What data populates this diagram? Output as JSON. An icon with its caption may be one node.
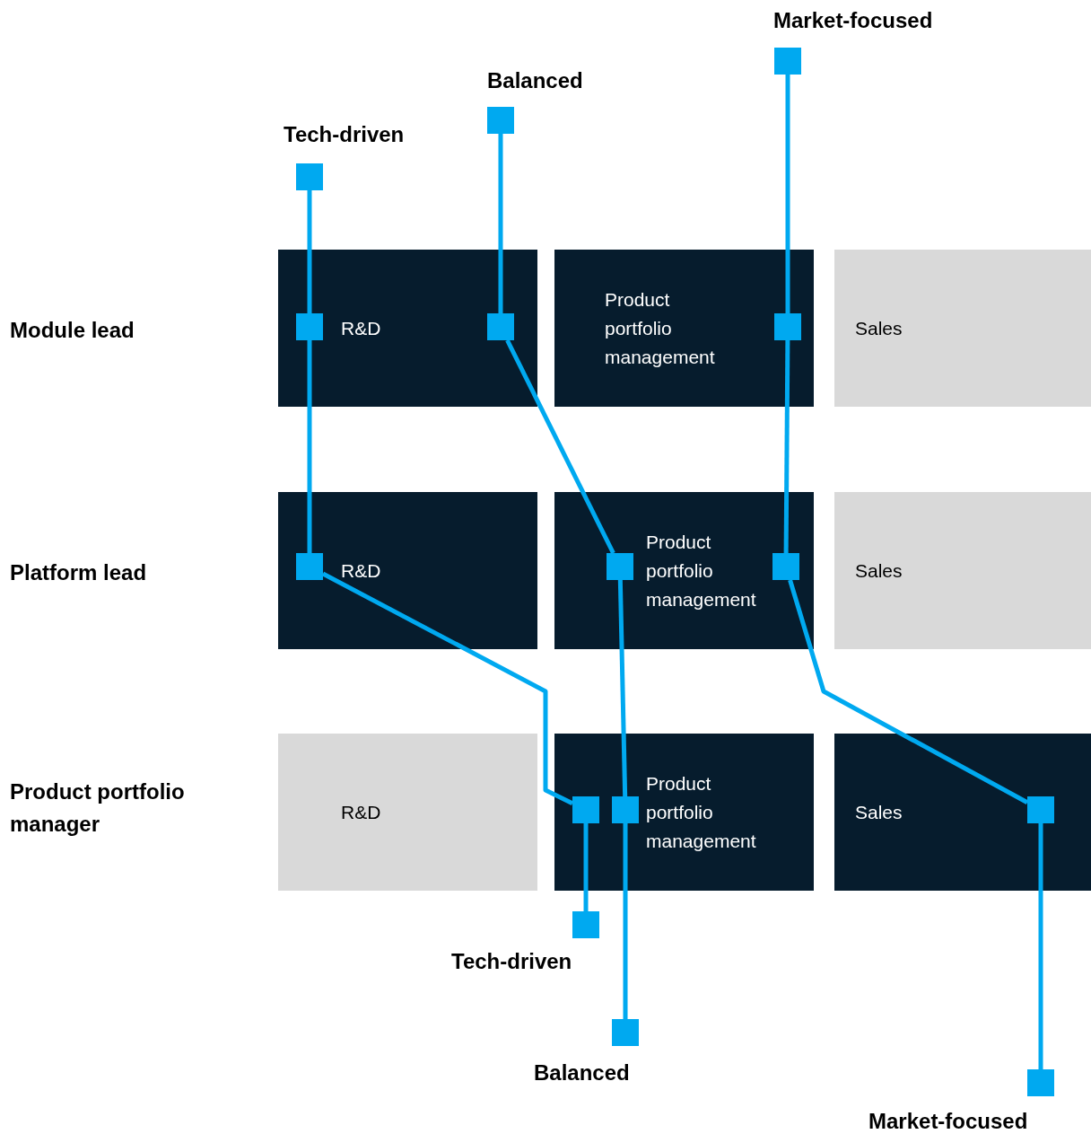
{
  "diagram": {
    "nodes": [
      {
        "text": [
          "R&D"
        ]
      },
      {
        "text": [
          "Product portfolio management"
        ]
      },
      {
        "text": [
          "Sales"
        ]
      },
      {
        "text": [
          "R&D"
        ]
      },
      {
        "text": [
          "Product portfolio management"
        ]
      },
      {
        "text": [
          "Sales"
        ]
      },
      {
        "text": [
          "R&D"
        ]
      },
      {
        "text": [
          "Product portfolio management"
        ]
      },
      {
        "text": [
          "Sales"
        ]
      },
      {
        "text": [],
        "shape": "box",
        "beside": [
          "Tech-driven"
        ]
      },
      {
        "text": [],
        "shape": "box",
        "in": 0
      },
      {
        "text": [],
        "shape": "box",
        "in": 3
      },
      {
        "text": [],
        "shape": "box",
        "in": 7
      },
      {
        "text": [],
        "shape": "box",
        "beside": [
          "Tech-driven"
        ]
      },
      {
        "text": [],
        "shape": "box",
        "beside": [
          "Balanced"
        ]
      },
      {
        "text": [],
        "shape": "box",
        "in": 0
      },
      {
        "text": [],
        "shape": "box",
        "in": 4
      },
      {
        "text": [],
        "shape": "box",
        "in": 7
      },
      {
        "text": [],
        "shape": "box",
        "beside": [
          "Balanced"
        ]
      },
      {
        "text": [],
        "shape": "box",
        "beside": [
          "Market-focused"
        ]
      },
      {
        "text": [],
        "shape": "box",
        "in": 1
      },
      {
        "text": [],
        "shape": "box",
        "in": 4
      },
      {
        "text": [],
        "shape": "box",
        "in": 8
      },
      {
        "text": [],
        "shape": "box",
        "beside": [
          "Market-focused"
        ]
      }
    ],
    "edges": [
      {
        "from": 9,
        "to": 10,
        "arrow": "none"
      },
      {
        "from": 10,
        "to": 11,
        "arrow": "none"
      },
      {
        "from": 11,
        "to": 12,
        "arrow": "none"
      },
      {
        "from": 12,
        "to": 13,
        "arrow": "none"
      },
      {
        "from": 14,
        "to": 15,
        "arrow": "none"
      },
      {
        "from": 15,
        "to": 16,
        "arrow": "none"
      },
      {
        "from": 16,
        "to": 17,
        "arrow": "none"
      },
      {
        "from": 17,
        "to": 18,
        "arrow": "none"
      },
      {
        "from": 19,
        "to": 20,
        "arrow": "none"
      },
      {
        "from": 20,
        "to": 21,
        "arrow": "none"
      },
      {
        "from": 21,
        "to": 22,
        "arrow": "none"
      },
      {
        "from": 22,
        "to": 23,
        "arrow": "none"
      }
    ],
    "labels": [
      "Module lead",
      "Platform lead",
      "Product portfolio manager"
    ]
  }
}
